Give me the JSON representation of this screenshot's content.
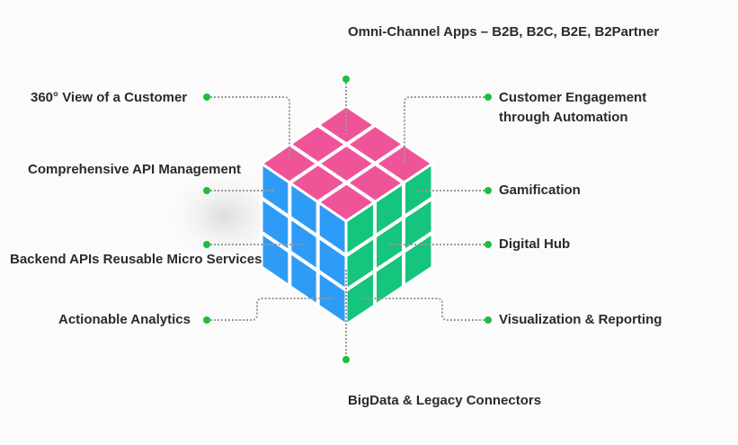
{
  "colors": {
    "top": "#ef5499",
    "left": "#2e9cf6",
    "right": "#15c47d",
    "grid": "#ffffff",
    "connector": "#9a9a9a",
    "dot": "#1bbf3c",
    "text": "#2b2b2b"
  },
  "labels": {
    "top_center": "Omni-Channel Apps – B2B, B2C, B2E, B2Partner",
    "bottom_center": "BigData & Legacy Connectors",
    "left_1": "360° View of a Customer",
    "left_2": "Comprehensive API Management",
    "left_3": "Backend APIs Reusable Micro Services",
    "left_4": "Actionable Analytics",
    "right_1": "Customer Engagement through Automation",
    "right_2": "Gamification",
    "right_3": "Digital Hub",
    "right_4": "Visualization & Reporting"
  }
}
